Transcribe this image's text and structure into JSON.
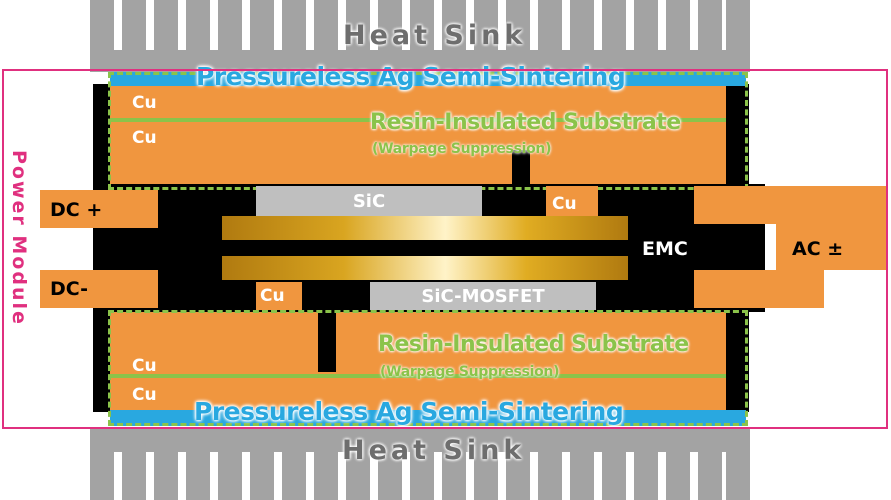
{
  "heat_sink": {
    "top_label": "Heat Sink",
    "bottom_label": "Heat Sink"
  },
  "sintering": {
    "top_label": "Pressureless Ag Semi-Sintering",
    "bottom_label": "Pressureless Ag Semi-Sintering"
  },
  "substrate": {
    "top_label": "Resin-Insulated Substrate",
    "top_note": "(Warpage Suppression)",
    "bottom_label": "Resin-Insulated Substrate",
    "bottom_note": "(Warpage Suppression)"
  },
  "copper_labels": [
    "Cu",
    "Cu",
    "Cu",
    "Cu",
    "Cu",
    "Cu"
  ],
  "chips": {
    "top": "SiC",
    "bottom": "SiC-MOSFET"
  },
  "encapsulant": "EMC",
  "terminals": {
    "dc_plus": "DC +",
    "dc_minus": "DC-",
    "ac": "AC ±"
  },
  "module_label": "Power Module",
  "colors": {
    "heat_sink": "#a3a3a3",
    "copper": "#f0963f",
    "sintering": "#29a8e0",
    "substrate": "#8bc34a",
    "encapsulant": "#000000",
    "chip": "#bfbfbf",
    "module_frame": "#e0307f"
  }
}
